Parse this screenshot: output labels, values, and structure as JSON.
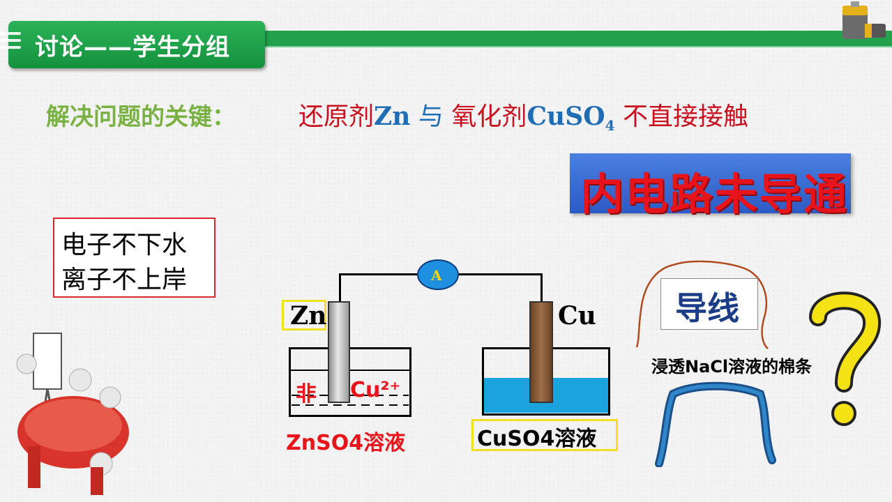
{
  "header": {
    "title": "讨论——学生分组"
  },
  "key": {
    "label": "解决问题的关键：",
    "text_part1": "还原剂",
    "reductant": "Zn",
    "connector": "与",
    "text_part2": "氧化剂",
    "oxidant": "CuSO",
    "oxidant_sub": "4",
    "text_part3": "不直接接触"
  },
  "circuit_status": "内电路未导通",
  "note": {
    "line1": "电子不下水",
    "line2": "离子不上岸"
  },
  "diagram": {
    "ammeter": "A",
    "zn_electrode": "Zn",
    "cu_electrode": "Cu",
    "zn_annot_left": "非",
    "zn_annot_ion": "Cu²⁺",
    "zn_solution": "ZnSO4溶液",
    "cu_solution": "CuSO4溶液"
  },
  "bridge": {
    "wire_label": "导线",
    "cotton_label": "浸透NaCl溶液的棉条",
    "question": "?"
  },
  "colors": {
    "header_green": "#22a24d",
    "red": "#c8101e",
    "blue": "#1f6eb5",
    "box_blue": "#2d5bc4",
    "solution_blue": "#1aa3dc"
  }
}
